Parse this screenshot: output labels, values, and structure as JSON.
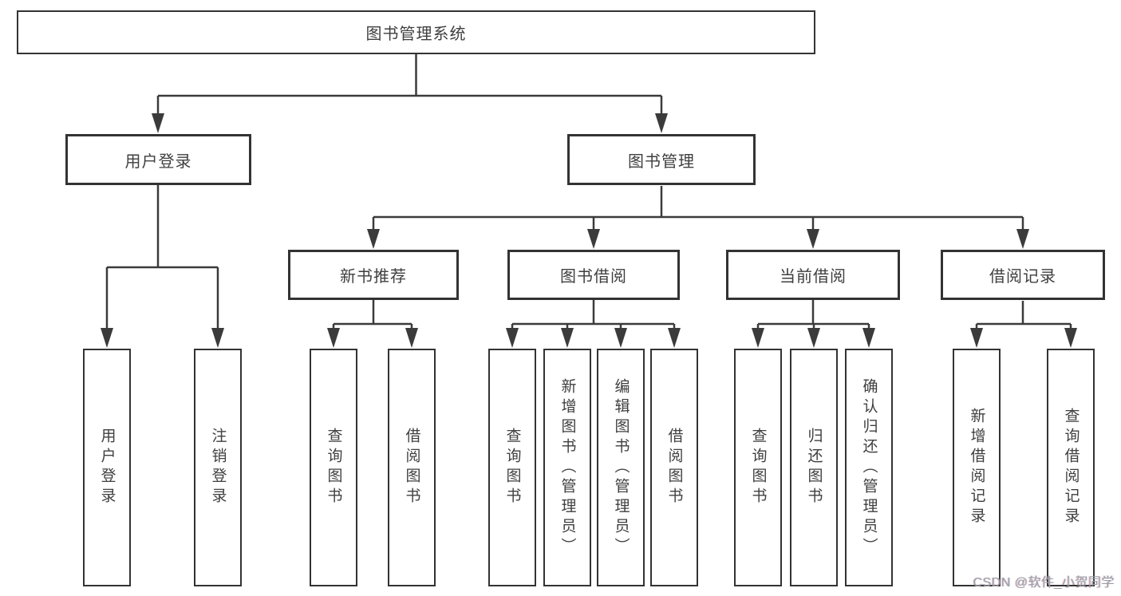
{
  "root": {
    "label": "图书管理系统"
  },
  "level2": [
    {
      "label": "用户登录"
    },
    {
      "label": "图书管理"
    }
  ],
  "level3": [
    {
      "label": "新书推荐"
    },
    {
      "label": "图书借阅"
    },
    {
      "label": "当前借阅"
    },
    {
      "label": "借阅记录"
    }
  ],
  "leaves": [
    {
      "label": "用户登录",
      "parent": "用户登录"
    },
    {
      "label": "注销登录",
      "parent": "用户登录"
    },
    {
      "label": "查询图书",
      "parent": "新书推荐"
    },
    {
      "label": "借阅图书",
      "parent": "新书推荐"
    },
    {
      "label": "查询图书",
      "parent": "图书借阅"
    },
    {
      "label": "新增图书（管理员）",
      "parent": "图书借阅"
    },
    {
      "label": "编辑图书（管理员）",
      "parent": "图书借阅"
    },
    {
      "label": "借阅图书",
      "parent": "图书借阅"
    },
    {
      "label": "查询图书",
      "parent": "当前借阅"
    },
    {
      "label": "归还图书",
      "parent": "当前借阅"
    },
    {
      "label": "确认归还（管理员）",
      "parent": "当前借阅"
    },
    {
      "label": "新增借阅记录",
      "parent": "借阅记录"
    },
    {
      "label": "查询借阅记录",
      "parent": "借阅记录"
    }
  ],
  "watermark": "CSDN @软件_小贺同学",
  "colors": {
    "line": "#3b3b3b",
    "box_border": "#333333",
    "text": "#3f3f3f",
    "background": "#ffffff",
    "watermark_text": "#9a9fa6"
  }
}
